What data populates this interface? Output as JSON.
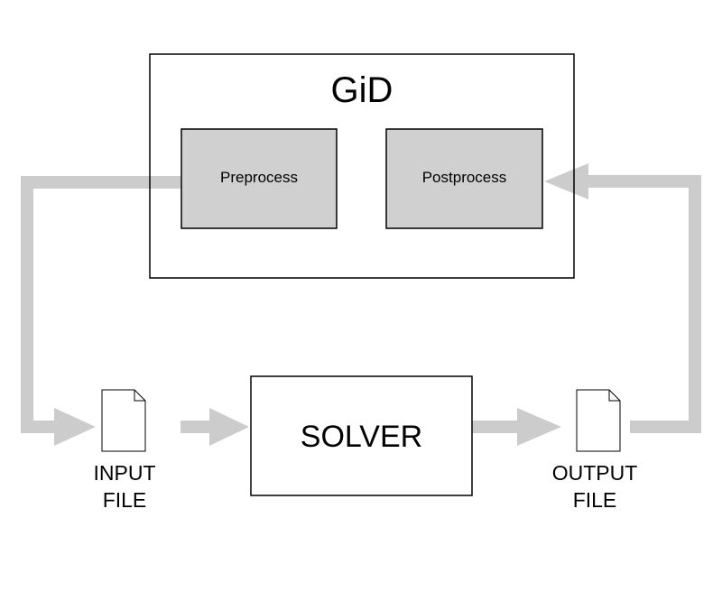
{
  "gid": {
    "title": "GiD",
    "preprocess": "Preprocess",
    "postprocess": "Postprocess"
  },
  "solver": {
    "label": "SOLVER"
  },
  "input_file": {
    "line1": "INPUT",
    "line2": "FILE"
  },
  "output_file": {
    "line1": "OUTPUT",
    "line2": "FILE"
  },
  "colors": {
    "arrow": "#cccccc",
    "box_fill": "#d0d0d0",
    "stroke": "#000000"
  }
}
